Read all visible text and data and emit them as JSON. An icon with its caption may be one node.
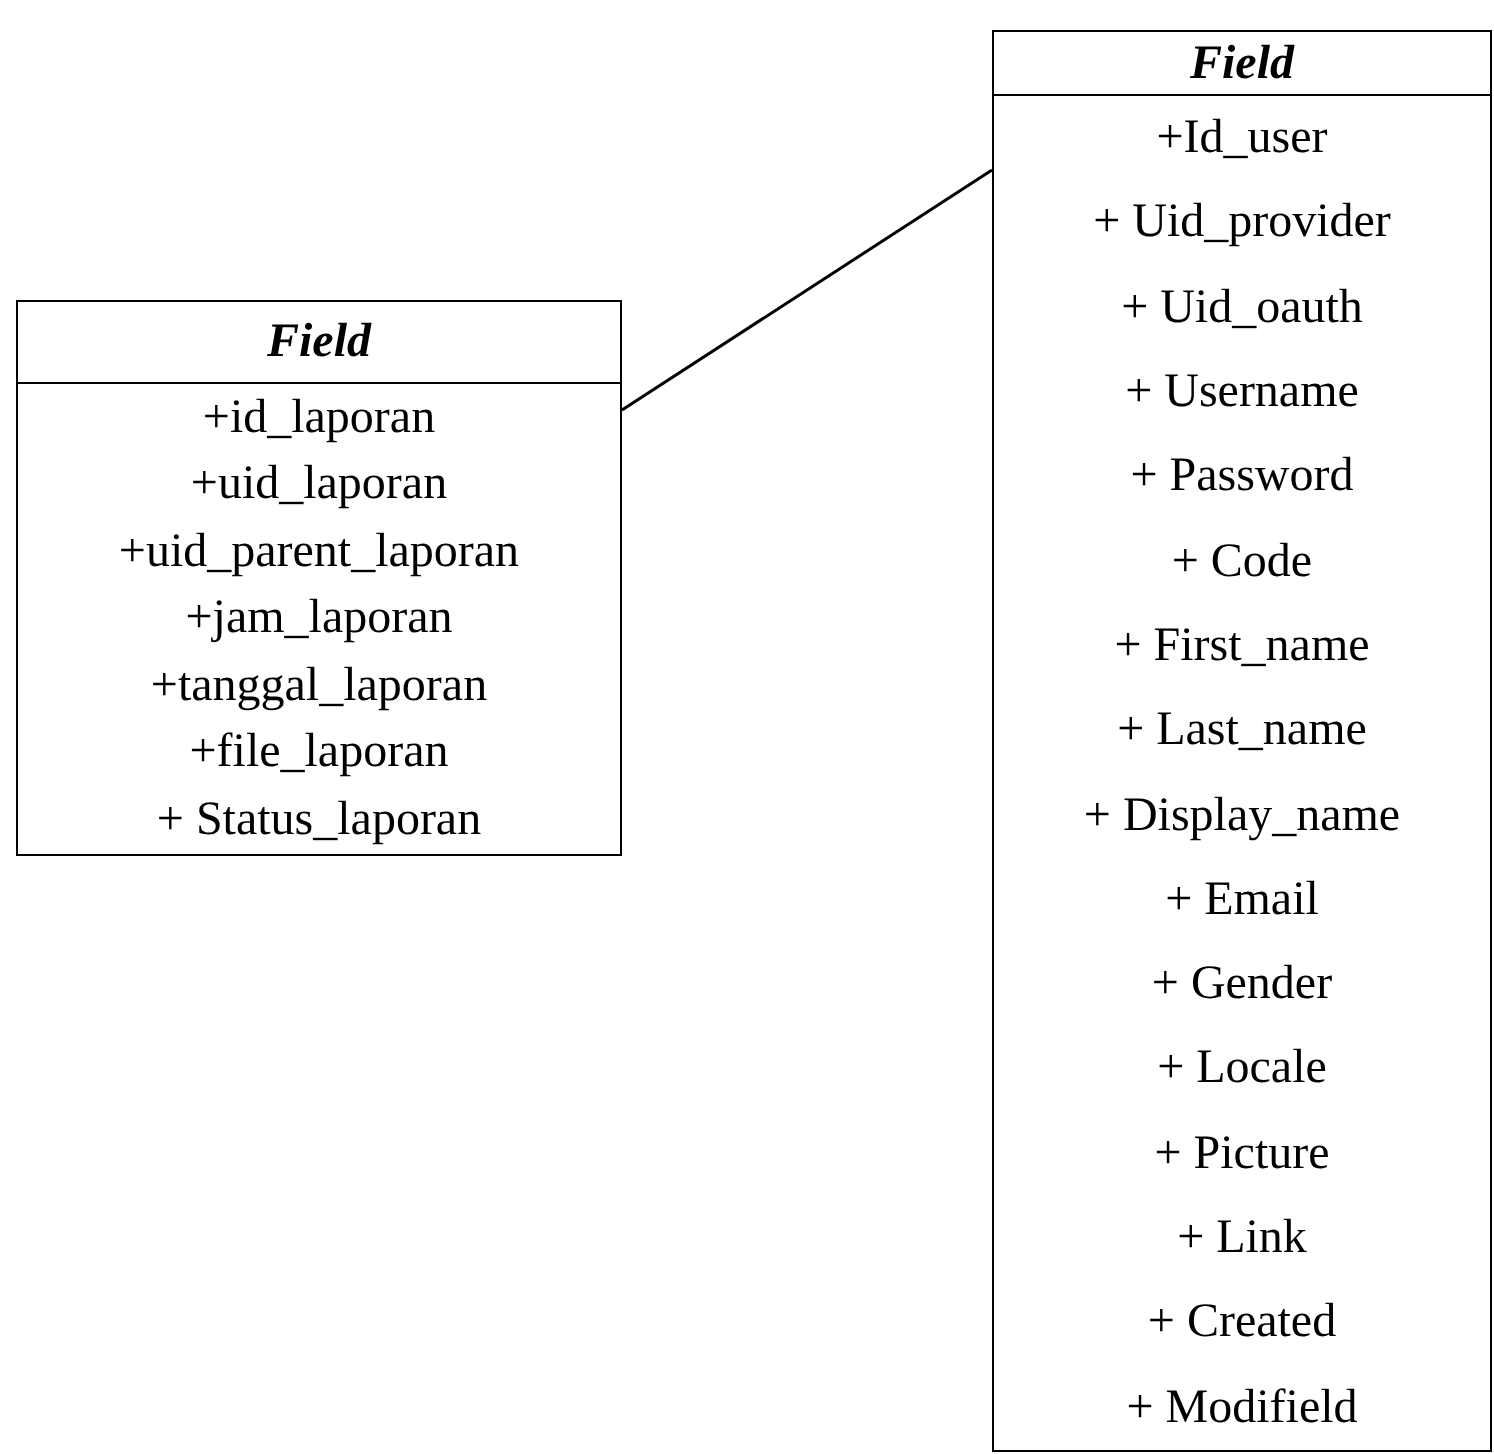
{
  "diagram": {
    "nodes": [
      {
        "text": [
          "Field",
          "+id_laporan",
          "+uid_laporan",
          "+uid_parent_laporan",
          "+jam_laporan",
          "+tanggal_laporan",
          "+file_laporan",
          "+ Status_laporan"
        ]
      },
      {
        "text": [
          "Field",
          "+Id_user",
          "+ Uid_provider",
          "+ Uid_oauth",
          "+ Username",
          "+ Password",
          "+ Code",
          "+ First_name",
          "+ Last_name",
          "+ Display_name",
          "+ Email",
          "+ Gender",
          "+ Locale",
          "+ Picture",
          "+ Link",
          "+ Created",
          "+ Modifield"
        ]
      }
    ],
    "edges": [
      {
        "from": 0,
        "to": 1,
        "arrow": "none"
      }
    ]
  }
}
